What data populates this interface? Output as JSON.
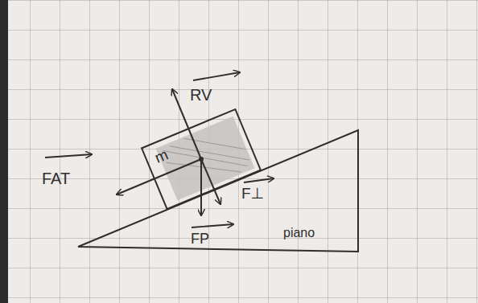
{
  "diagram": {
    "nodes": [
      {
        "text": [
          "m"
        ]
      },
      {
        "text": [
          "piano"
        ]
      }
    ],
    "labels": [
      "RV",
      "FAT",
      "F⊥",
      "FP"
    ]
  }
}
